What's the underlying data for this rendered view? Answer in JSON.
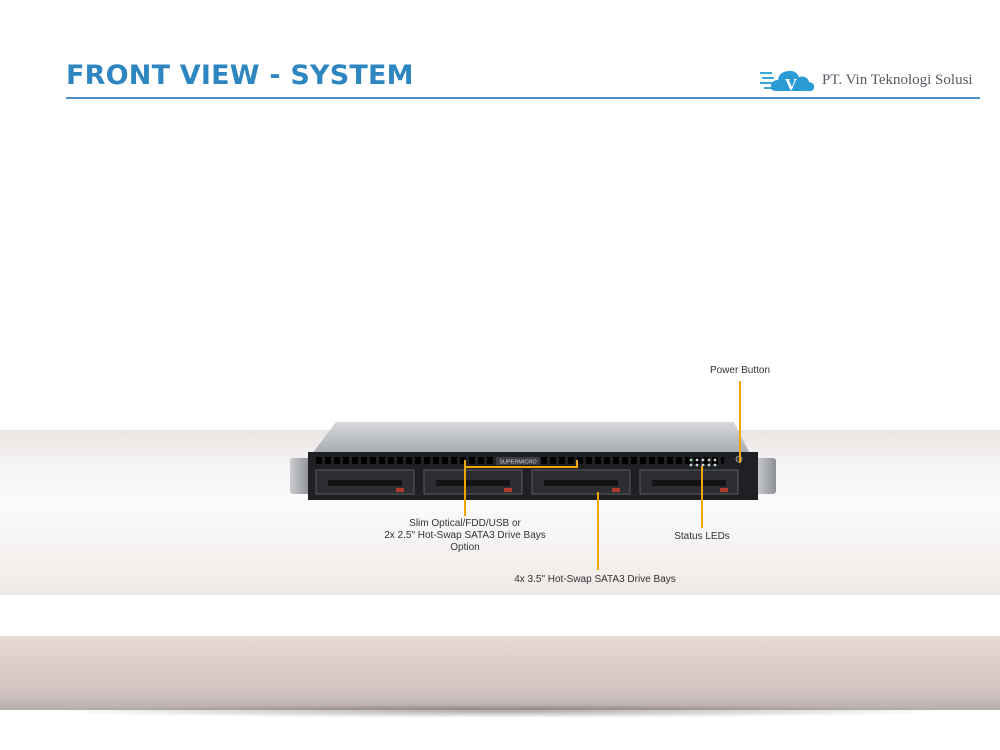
{
  "header": {
    "title": "FRONT VIEW - SYSTEM",
    "brand_name": "PT. Vin Teknologi Solusi",
    "brand_logo_letter": "V",
    "accent_color": "#2e86c1"
  },
  "server": {
    "brand_badge": "SUPERMICRO",
    "body_color": "#1e2023",
    "chassis_color": "#b9bcc0"
  },
  "callouts": {
    "power_button": "Power Button",
    "slim_bay_line1": "Slim Optical/FDD/USB or",
    "slim_bay_line2": "2x 2.5\" Hot-Swap  SATA3 Drive Bays",
    "slim_bay_line3": "Option",
    "drive_bays": "4x 3.5\" Hot-Swap  SATA3 Drive Bays",
    "status_leds": "Status LEDs",
    "line_color": "#f0a500"
  }
}
